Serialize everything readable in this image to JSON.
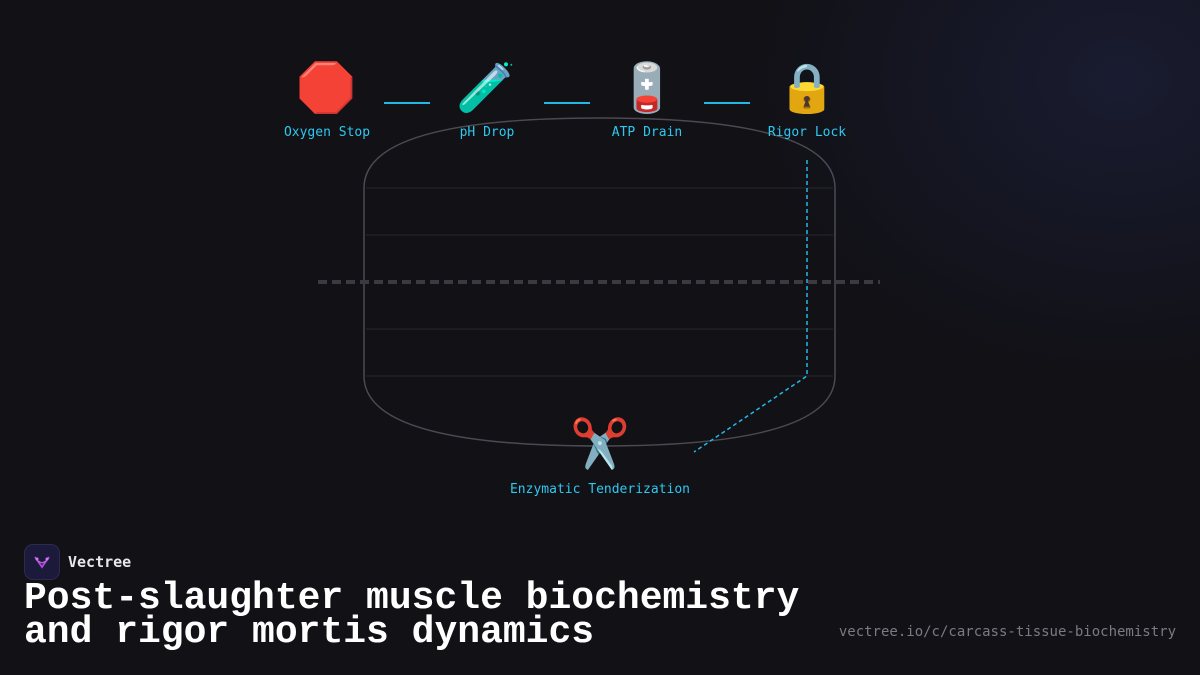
{
  "steps": [
    {
      "label": "Oxygen Stop",
      "icon": "🛑",
      "icon_name": "stop-sign-icon"
    },
    {
      "label": "pH Drop",
      "icon": "🧪",
      "icon_name": "test-tube-icon"
    },
    {
      "label": "ATP Drain",
      "icon": "🪫",
      "icon_name": "low-battery-icon"
    },
    {
      "label": "Rigor Lock",
      "icon": "🔒",
      "icon_name": "lock-icon"
    }
  ],
  "result": {
    "label": "Enzymatic Tenderization",
    "icon": "✂️",
    "icon_name": "scissors-icon"
  },
  "brand": {
    "name": "Vectree",
    "logo_icon": "vectree-logo-icon"
  },
  "title": {
    "line1": "Post-slaughter muscle biochemistry",
    "line2": "and rigor mortis dynamics"
  },
  "url": "vectree.io/c/carcass-tissue-biochemistry",
  "colors": {
    "accent": "#22b8e6",
    "background": "#111116",
    "outline": "#4a4a52"
  }
}
